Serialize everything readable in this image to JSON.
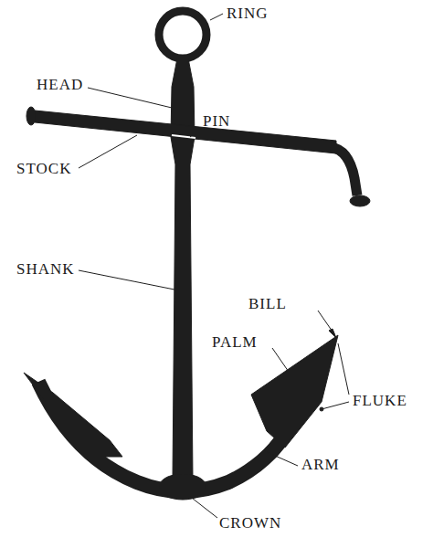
{
  "diagram": {
    "labels": [
      "RING",
      "HEAD",
      "PIN",
      "STOCK",
      "SHANK",
      "BILL",
      "PALM",
      "FLUKE",
      "ARM",
      "CROWN"
    ]
  }
}
